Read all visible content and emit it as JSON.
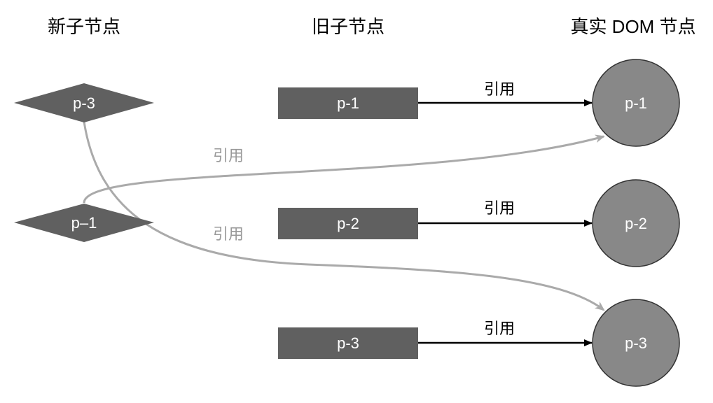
{
  "headers": {
    "new_children": "新子节点",
    "old_children": "旧子节点",
    "real_dom": "真实 DOM 节点"
  },
  "new_children": [
    {
      "label": "p-3"
    },
    {
      "label": "p–1"
    }
  ],
  "old_children": [
    {
      "label": "p-1"
    },
    {
      "label": "p-2"
    },
    {
      "label": "p-3"
    }
  ],
  "real_dom_nodes": [
    {
      "label": "p-1"
    },
    {
      "label": "p-2"
    },
    {
      "label": "p-3"
    }
  ],
  "edges": {
    "old_ref_labels": [
      "引用",
      "引用",
      "引用"
    ],
    "new_ref_labels": [
      "引用",
      "引用"
    ]
  },
  "colors": {
    "shape_fill": "#606060",
    "circle_fill": "#888888",
    "black_edge": "#000000",
    "gray_edge": "#aaaaaa",
    "gray_label": "#999999"
  }
}
